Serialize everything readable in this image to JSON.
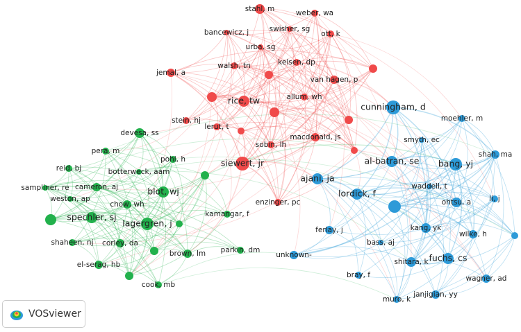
{
  "app": {
    "logo_text": "VOSviewer"
  },
  "colors": {
    "cluster_1": "#f04a4a",
    "cluster_2": "#22b14c",
    "cluster_3": "#2d9ad8"
  },
  "nodes": [
    {
      "label": "stahl, m",
      "cluster": 1
    },
    {
      "label": "weber, wa",
      "cluster": 1
    },
    {
      "label": "bancewicz, j",
      "cluster": 1
    },
    {
      "label": "swisher, sg",
      "cluster": 1
    },
    {
      "label": "ott, k",
      "cluster": 1
    },
    {
      "label": "urba, sg",
      "cluster": 1
    },
    {
      "label": "walsh, tn",
      "cluster": 1
    },
    {
      "label": "kelsen, dp",
      "cluster": 1
    },
    {
      "label": "jemal, a",
      "cluster": 1
    },
    {
      "label": "",
      "cluster": 1
    },
    {
      "label": "van hagen, p",
      "cluster": 1
    },
    {
      "label": "",
      "cluster": 1
    },
    {
      "label": "",
      "cluster": 1
    },
    {
      "label": "rice, tw",
      "cluster": 1
    },
    {
      "label": "allum, wh",
      "cluster": 1
    },
    {
      "label": "",
      "cluster": 1
    },
    {
      "label": "stein, hj",
      "cluster": 1
    },
    {
      "label": "lerut, t",
      "cluster": 1
    },
    {
      "label": "",
      "cluster": 1
    },
    {
      "label": "",
      "cluster": 1
    },
    {
      "label": "macdonald, js",
      "cluster": 1
    },
    {
      "label": "sobin, lh",
      "cluster": 1
    },
    {
      "label": "",
      "cluster": 1
    },
    {
      "label": "siewert, jr",
      "cluster": 1
    },
    {
      "label": "enzinger, pc",
      "cluster": 1
    },
    {
      "label": "devesa, ss",
      "cluster": 2
    },
    {
      "label": "pera, m",
      "cluster": 2
    },
    {
      "label": "pohl, h",
      "cluster": 2
    },
    {
      "label": "reid, bj",
      "cluster": 2
    },
    {
      "label": "botterweck, aam",
      "cluster": 2
    },
    {
      "label": "",
      "cluster": 2
    },
    {
      "label": "sampliner, re",
      "cluster": 2
    },
    {
      "label": "cameron, aj",
      "cluster": 2
    },
    {
      "label": "blot, wj",
      "cluster": 2
    },
    {
      "label": "weston, ap",
      "cluster": 2
    },
    {
      "label": "chow, wh",
      "cluster": 2
    },
    {
      "label": "",
      "cluster": 2
    },
    {
      "label": "spechler, sj",
      "cluster": 2
    },
    {
      "label": "lagergren, j",
      "cluster": 2
    },
    {
      "label": "",
      "cluster": 2
    },
    {
      "label": "kamangar, f",
      "cluster": 2
    },
    {
      "label": "shaheen, nj",
      "cluster": 2
    },
    {
      "label": "corley, da",
      "cluster": 2
    },
    {
      "label": "",
      "cluster": 2
    },
    {
      "label": "brown, lm",
      "cluster": 2
    },
    {
      "label": "parkin, dm",
      "cluster": 2
    },
    {
      "label": "el-serag, hb",
      "cluster": 2
    },
    {
      "label": "",
      "cluster": 2
    },
    {
      "label": "cook, mb",
      "cluster": 2
    },
    {
      "label": "cunningham, d",
      "cluster": 3
    },
    {
      "label": "moehler, m",
      "cluster": 3
    },
    {
      "label": "smyth, ec",
      "cluster": 3
    },
    {
      "label": "shah, ma",
      "cluster": 3
    },
    {
      "label": "al-batran, se",
      "cluster": 3
    },
    {
      "label": "bang, yj",
      "cluster": 3
    },
    {
      "label": "ajani, ja",
      "cluster": 3
    },
    {
      "label": "waddell, t",
      "cluster": 3
    },
    {
      "label": "lordick, f",
      "cluster": 3
    },
    {
      "label": "",
      "cluster": 3
    },
    {
      "label": "ohtsu, a",
      "cluster": 3
    },
    {
      "label": "li, j",
      "cluster": 3
    },
    {
      "label": "ferlay, j",
      "cluster": 3
    },
    {
      "label": "kang, yk",
      "cluster": 3
    },
    {
      "label": "wilke, h",
      "cluster": 3
    },
    {
      "label": "",
      "cluster": 3
    },
    {
      "label": "bass, aj",
      "cluster": 3
    },
    {
      "label": "unknown-",
      "cluster": 3
    },
    {
      "label": "fuchs, cs",
      "cluster": 3
    },
    {
      "label": "shitara, k",
      "cluster": 3
    },
    {
      "label": "bray, f",
      "cluster": 3
    },
    {
      "label": "wagner, ad",
      "cluster": 3
    },
    {
      "label": "janjigian, yy",
      "cluster": 3
    },
    {
      "label": "muro, k",
      "cluster": 3
    }
  ]
}
